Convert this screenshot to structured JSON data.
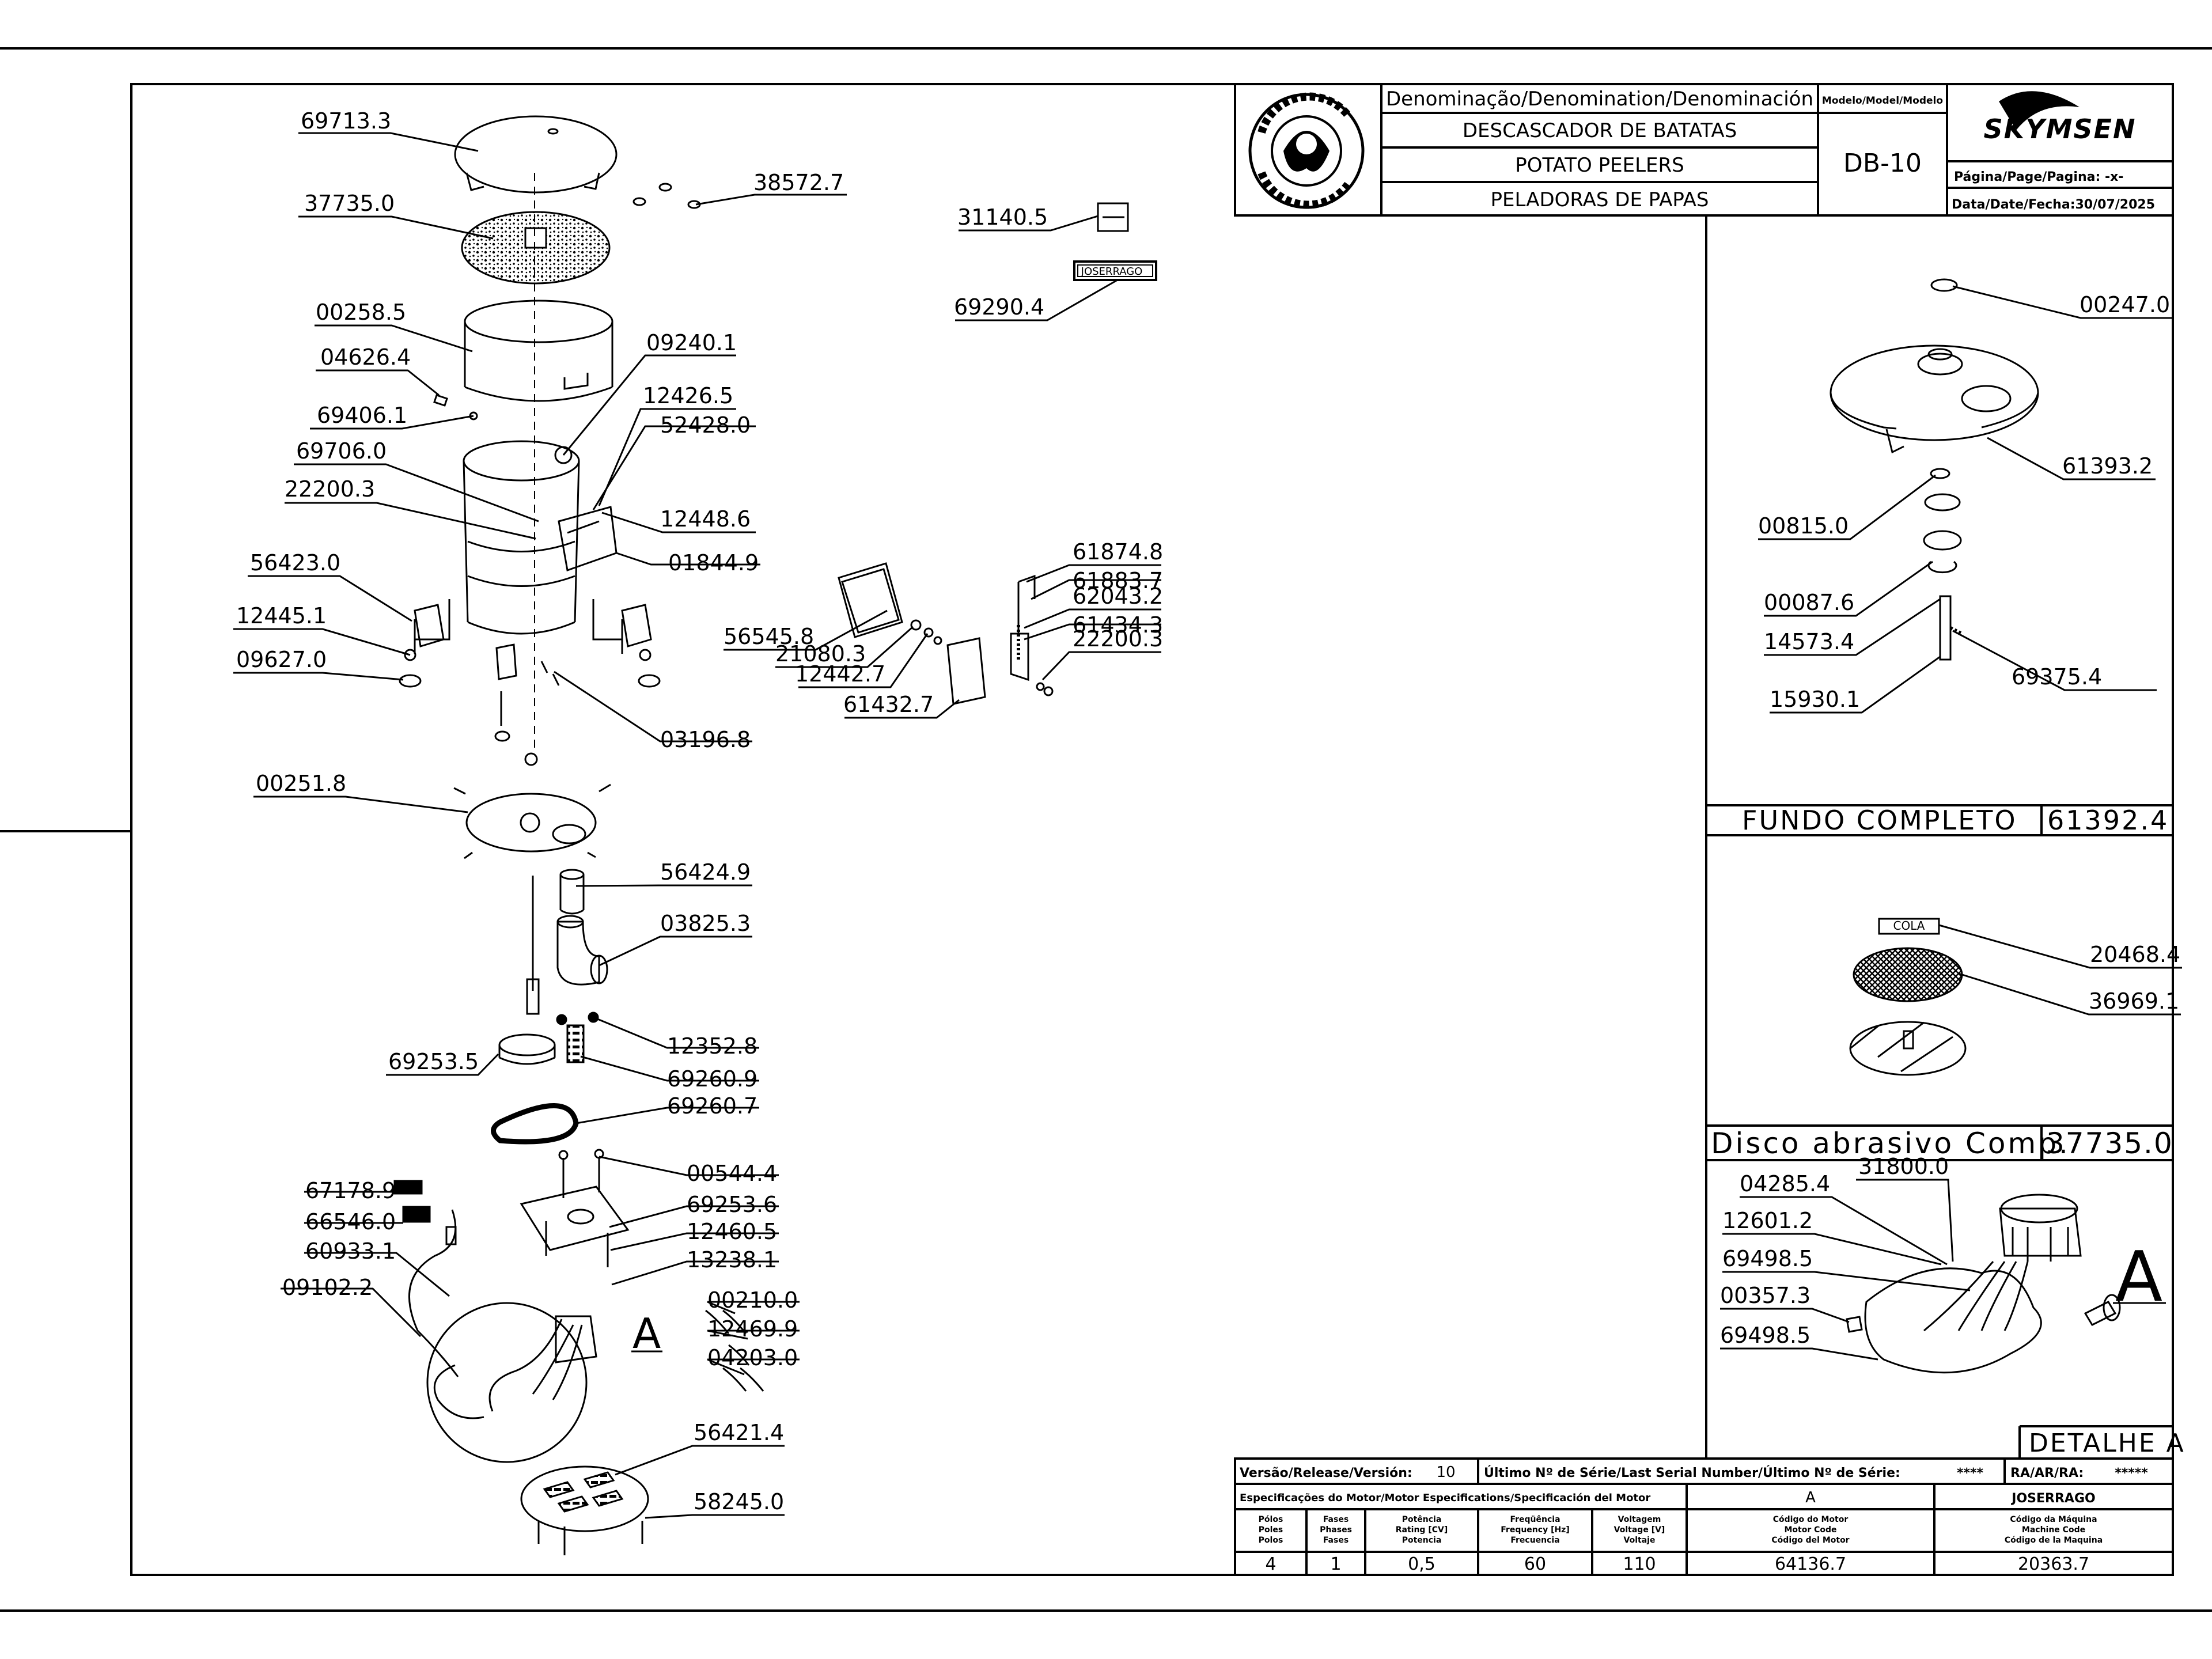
{
  "title_block": {
    "denomination_label": "Denominação/Denomination/Denominación",
    "name_pt": "DESCASCADOR DE BATATAS",
    "name_en": "POTATO PEELERS",
    "name_es": "PELADORAS DE PAPAS",
    "model_label": "Modelo/Model/Modelo",
    "model": "DB-10",
    "brand": "SKYMSEN",
    "page_label": "Página/Page/Pagina:",
    "page_value": "-x-",
    "date_label": "Data/Date/Fecha:",
    "date_value": "30/07/2025"
  },
  "left_labels": [
    "69713.3",
    "37735.0",
    "38572.7",
    "00258.5",
    "04626.4",
    "09240.1",
    "69406.1",
    "12426.5",
    "52428.0",
    "69706.0",
    "22200.3",
    "12448.6",
    "56423.0",
    "01844.9",
    "12445.1",
    "09627.0",
    "03196.8",
    "00251.8",
    "56424.9",
    "03825.3",
    "12352.8",
    "69253.5",
    "69260.9",
    "69260.7",
    "00544.4",
    "67178.9",
    "69253.6",
    "66546.0",
    "12460.5",
    "60933.1",
    "13238.1",
    "09102.2",
    "00210.0",
    "12469.9",
    "04203.0",
    "56421.4",
    "58245.0"
  ],
  "middle_labels": [
    "31140.5",
    "69290.4",
    "61874.8",
    "61883.7",
    "62043.2",
    "61434.3",
    "22200.3",
    "56545.8",
    "21080.3",
    "12442.7",
    "61432.7"
  ],
  "sticker_text": "JOSERRAGO",
  "detail_bottom": {
    "labels": [
      "00247.0",
      "61393.2",
      "00815.0",
      "00087.6",
      "14573.4",
      "69375.4",
      "15930.1"
    ],
    "caption": "FUNDO COMPLETO",
    "code": "61392.4"
  },
  "detail_disc": {
    "cola": "COLA",
    "labels": [
      "20468.4",
      "36969.1"
    ],
    "caption": "Disco abrasivo Comp.",
    "code": "37735.0"
  },
  "detail_a": {
    "labels": [
      "04285.4",
      "31800.0",
      "12601.2",
      "69498.5",
      "00357.3",
      "69498.5"
    ],
    "letter": "A",
    "caption": "DETALHE A"
  },
  "marker_a": "A",
  "spec_table": {
    "release_label": "Versão/Release/Versión:",
    "release_value": "10",
    "serial_label": "Último Nº de Série/Last Serial Number/Último Nº de Série:",
    "serial_value": "****",
    "ra_label": "RA/AR/RA:",
    "ra_value": "*****",
    "motor_spec_label": "Especificações do Motor/Motor Especifications/Specificación del Motor",
    "motor_letter": "A",
    "author": "JOSERRAGO",
    "headers": [
      [
        "Pólos",
        "Poles",
        "Polos"
      ],
      [
        "Fases",
        "Phases",
        "Fases"
      ],
      [
        "Potência",
        "Rating [CV]",
        "Potencia"
      ],
      [
        "Freqüência",
        "Frequency [Hz]",
        "Frecuencia"
      ],
      [
        "Voltagem",
        "Voltage [V]",
        "Voltaje"
      ],
      [
        "Código do Motor",
        "Motor Code",
        "Código del Motor"
      ],
      [
        "Código da Máquina",
        "Machine Code",
        "Código de la Maquina"
      ]
    ],
    "values": [
      "4",
      "1",
      "0,5",
      "60",
      "110",
      "64136.7",
      "20363.7"
    ]
  }
}
